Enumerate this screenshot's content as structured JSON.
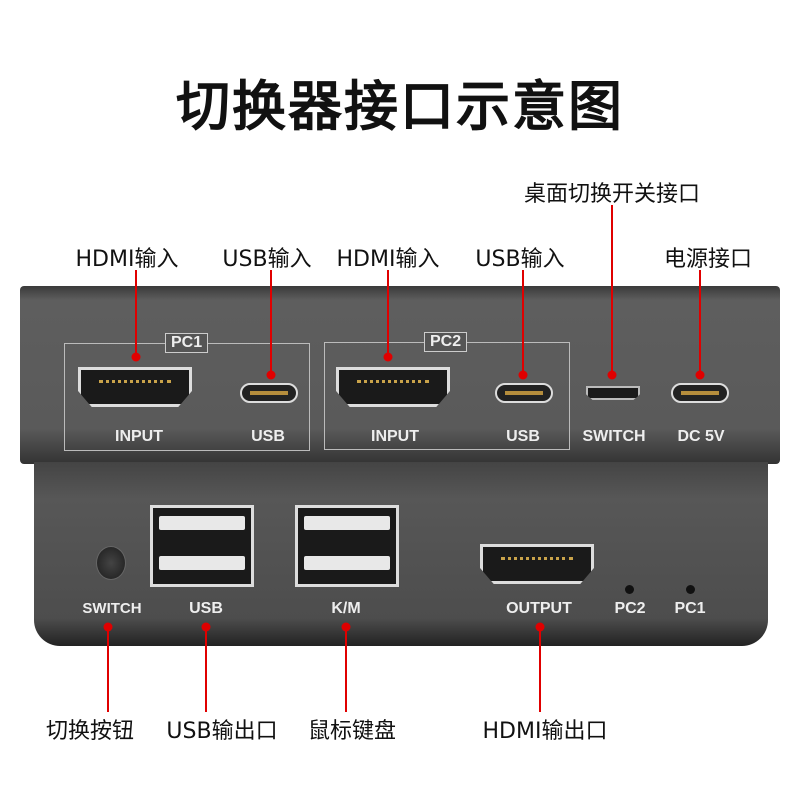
{
  "title": "切换器接口示意图",
  "callouts_top": [
    "HDMI输入",
    "USB输入",
    "HDMI输入",
    "USB输入",
    "桌面切换开关接口",
    "电源接口"
  ],
  "callouts_bottom": [
    "切换按钮",
    "USB输出口",
    "鼠标键盘",
    "HDMI输出口"
  ],
  "panel": {
    "pc1": "PC1",
    "pc2": "PC2",
    "input": "INPUT",
    "usb": "USB",
    "switch": "SWITCH",
    "dc": "DC 5V",
    "front_switch": "SWITCH",
    "front_usb": "USB",
    "km": "K/M",
    "output": "OUTPUT",
    "led_pc2": "PC2",
    "led_pc1": "PC1"
  },
  "colors": {
    "callout": "#e00000",
    "device": "#555555"
  }
}
